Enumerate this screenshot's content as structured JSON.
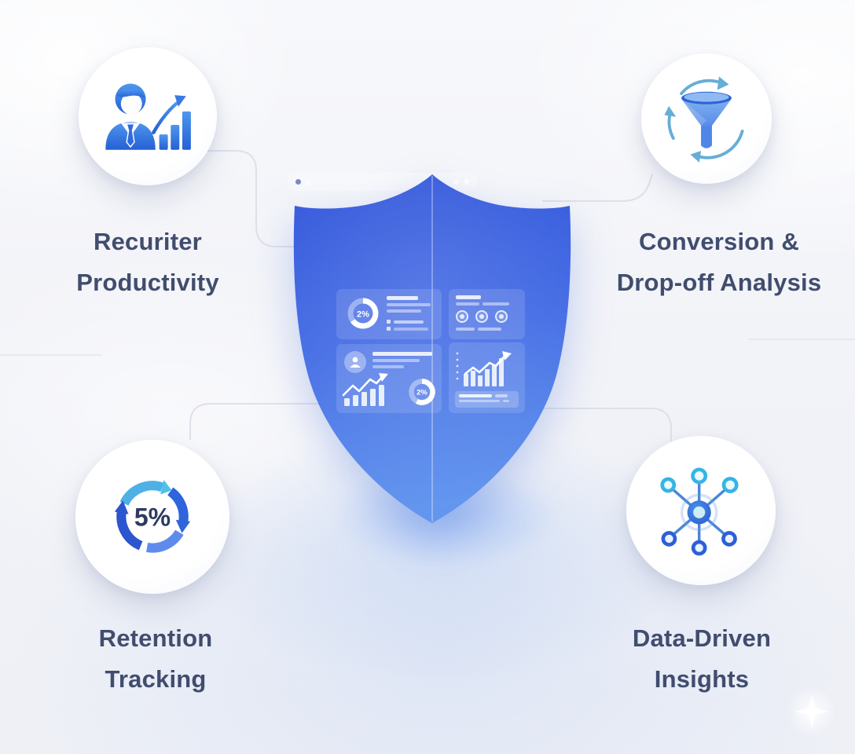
{
  "meta": {
    "kind": "feature-infographic",
    "center_motif": "shield-analytics-dashboard"
  },
  "colors": {
    "background": "#f2f3f8",
    "label_text": "#414d6e",
    "shield_top": "#2d51d9",
    "shield_bottom": "#5f93ee",
    "accent_blue": "#2f6be0",
    "accent_cyan": "#3fb0e8",
    "connector_line": "#d9dde8"
  },
  "features": {
    "recruiter_productivity": {
      "line1": "Recuriter",
      "line2": "Productivity",
      "icon": "person-growth-chart-icon"
    },
    "conversion_dropoff": {
      "line1": "Conversion &",
      "line2": "Drop-off Analysis",
      "icon": "funnel-cycle-arrows-icon"
    },
    "retention_tracking": {
      "line1": "Retention",
      "line2": "Tracking",
      "value": "5%",
      "icon": "cycle-arrows-percent-icon"
    },
    "data_driven_insights": {
      "line1": "Data-Driven",
      "line2": "Insights",
      "icon": "network-hub-icon"
    }
  },
  "shield_dashboard": {
    "icon": "shield-icon",
    "donut_top_value": "2%",
    "donut_bottom_value": "2%"
  }
}
